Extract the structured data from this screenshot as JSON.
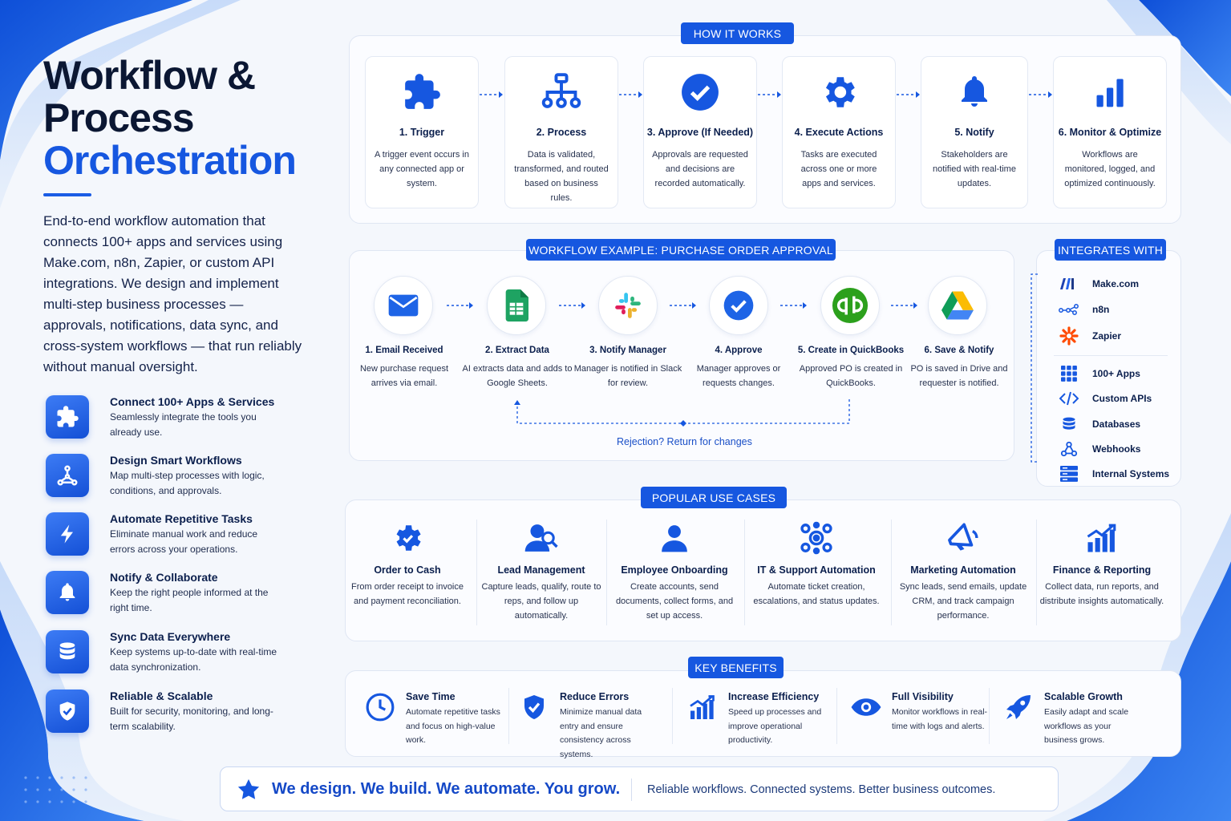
{
  "title": {
    "line1": "Workflow &",
    "line2": "Process",
    "line3": "Orchestration"
  },
  "intro": "End-to-end workflow automation that connects 100+ apps and services using Make.com, n8n, Zapier, or custom API integrations. We design and implement multi-step business processes — approvals, notifications, data sync, and cross-system workflows — that run reliably without manual oversight.",
  "features": [
    {
      "icon": "puzzle-icon",
      "title": "Connect 100+ Apps & Services",
      "desc": "Seamlessly integrate the tools you already use."
    },
    {
      "icon": "flow-icon",
      "title": "Design Smart Workflows",
      "desc": "Map multi-step processes with logic, conditions, and approvals."
    },
    {
      "icon": "bolt-icon",
      "title": "Automate Repetitive Tasks",
      "desc": "Eliminate manual work and reduce errors across your operations."
    },
    {
      "icon": "bell-icon",
      "title": "Notify & Collaborate",
      "desc": "Keep the right people informed at the right time."
    },
    {
      "icon": "database-icon",
      "title": "Sync Data Everywhere",
      "desc": "Keep systems up-to-date with real-time data synchronization."
    },
    {
      "icon": "shield-check-icon",
      "title": "Reliable & Scalable",
      "desc": "Built for security, monitoring, and long-term scalability."
    }
  ],
  "how_it_works": {
    "label": "HOW IT WORKS",
    "steps": [
      {
        "icon": "puzzle-icon",
        "title": "1. Trigger",
        "desc": "A trigger event occurs in any connected app or system."
      },
      {
        "icon": "process-tree-icon",
        "title": "2. Process",
        "desc": "Data is validated, transformed, and routed based on business rules."
      },
      {
        "icon": "check-circle-icon",
        "title": "3. Approve (If Needed)",
        "desc": "Approvals are requested and decisions are recorded automatically."
      },
      {
        "icon": "gear-icon",
        "title": "4. Execute Actions",
        "desc": "Tasks are executed across one or more apps and services."
      },
      {
        "icon": "bell-icon",
        "title": "5. Notify",
        "desc": "Stakeholders are notified with real-time updates."
      },
      {
        "icon": "bar-chart-icon",
        "title": "6. Monitor & Optimize",
        "desc": "Workflows are monitored, logged, and optimized continuously."
      }
    ]
  },
  "workflow_example": {
    "label": "WORKFLOW EXAMPLE: PURCHASE ORDER APPROVAL",
    "steps": [
      {
        "icon": "email-icon",
        "title": "1. Email Received",
        "desc": "New purchase request arrives via email."
      },
      {
        "icon": "google-sheets-icon",
        "title": "2. Extract Data",
        "desc": "AI extracts data and adds to Google Sheets."
      },
      {
        "icon": "slack-icon",
        "title": "3. Notify Manager",
        "desc": "Manager is notified in Slack for review."
      },
      {
        "icon": "check-circle-icon",
        "title": "4. Approve",
        "desc": "Manager approves or requests changes."
      },
      {
        "icon": "quickbooks-icon",
        "title": "5. Create in QuickBooks",
        "desc": "Approved PO is created in QuickBooks."
      },
      {
        "icon": "google-drive-icon",
        "title": "6. Save & Notify",
        "desc": "PO is saved in Drive and requester is notified."
      }
    ],
    "rejection_note": "Rejection? Return for changes"
  },
  "integrations": {
    "label": "INTEGRATES WITH",
    "items": [
      {
        "icon": "make-logo-icon",
        "label": "Make.com"
      },
      {
        "icon": "n8n-logo-icon",
        "label": "n8n"
      },
      {
        "icon": "zapier-logo-icon",
        "label": "Zapier"
      },
      {
        "icon": "apps-grid-icon",
        "label": "100+ Apps"
      },
      {
        "icon": "code-icon",
        "label": "Custom APIs"
      },
      {
        "icon": "database-icon",
        "label": "Databases"
      },
      {
        "icon": "webhook-icon",
        "label": "Webhooks"
      },
      {
        "icon": "server-icon",
        "label": "Internal Systems"
      }
    ]
  },
  "use_cases": {
    "label": "POPULAR USE CASES",
    "items": [
      {
        "icon": "gear-check-icon",
        "title": "Order to Cash",
        "desc": "From order receipt to invoice and payment reconciliation."
      },
      {
        "icon": "user-search-icon",
        "title": "Lead Management",
        "desc": "Capture leads, qualify, route to reps, and follow up automatically."
      },
      {
        "icon": "user-icon",
        "title": "Employee Onboarding",
        "desc": "Create accounts, send documents, collect forms, and set up access."
      },
      {
        "icon": "gears-icon",
        "title": "IT & Support Automation",
        "desc": "Automate ticket creation, escalations, and status updates."
      },
      {
        "icon": "megaphone-icon",
        "title": "Marketing Automation",
        "desc": "Sync leads, send emails, update CRM, and track campaign performance."
      },
      {
        "icon": "growth-chart-icon",
        "title": "Finance & Reporting",
        "desc": "Collect data, run reports, and distribute insights automatically."
      }
    ]
  },
  "benefits": {
    "label": "KEY BENEFITS",
    "items": [
      {
        "icon": "clock-icon",
        "title": "Save Time",
        "desc": "Automate repetitive tasks and focus on high-value work."
      },
      {
        "icon": "shield-check-icon",
        "title": "Reduce Errors",
        "desc": "Minimize manual data entry and ensure consistency across systems."
      },
      {
        "icon": "growth-chart-icon",
        "title": "Increase Efficiency",
        "desc": "Speed up processes and improve operational productivity."
      },
      {
        "icon": "eye-icon",
        "title": "Full Visibility",
        "desc": "Monitor workflows in real-time with logs and alerts."
      },
      {
        "icon": "rocket-icon",
        "title": "Scalable Growth",
        "desc": "Easily adapt and scale workflows as your business grows."
      }
    ]
  },
  "banner": {
    "icon": "star-icon",
    "main": "We design. We build. We automate. You grow.",
    "sub": "Reliable workflows. Connected systems. Better business outcomes."
  },
  "colors": {
    "accent": "#1657e0",
    "navy": "#0b1733",
    "background": "#f4f7fc"
  }
}
